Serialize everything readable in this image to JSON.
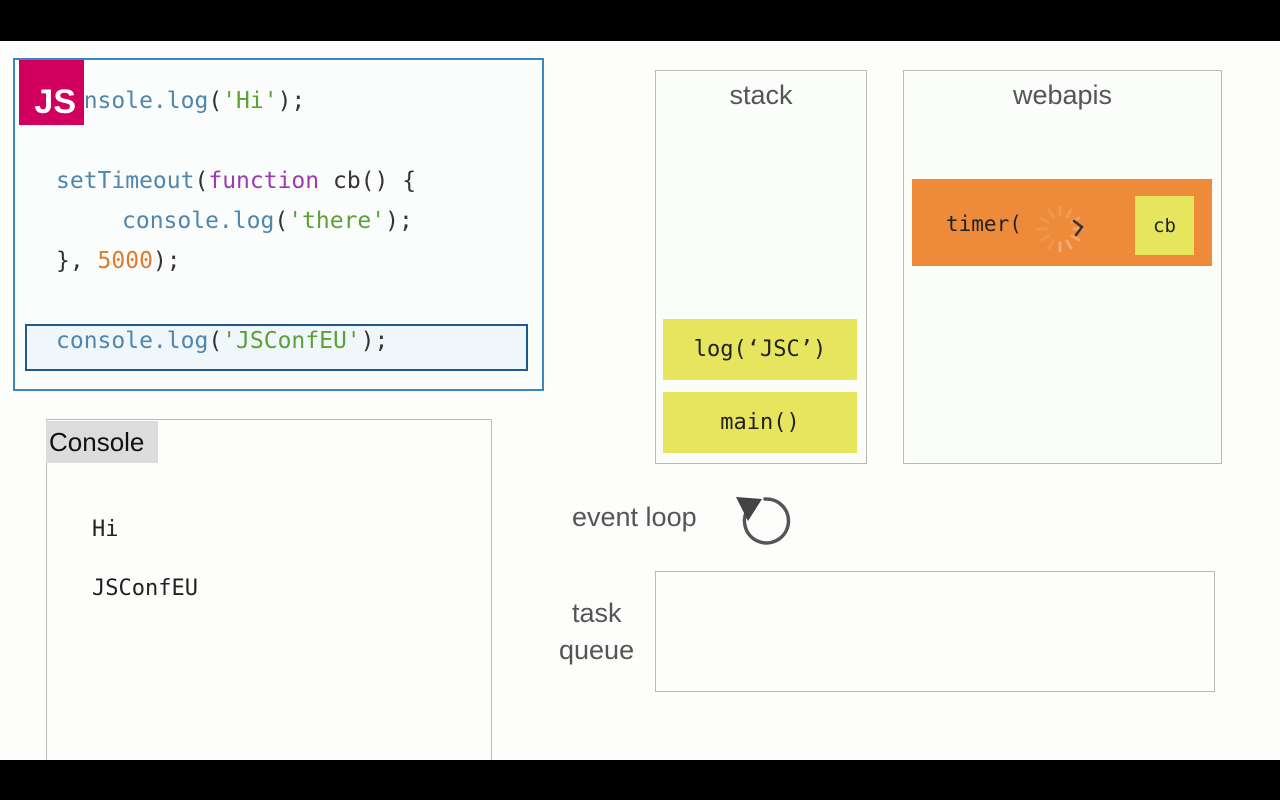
{
  "code": {
    "line1": {
      "id": "console.log",
      "open": "(",
      "str": "'Hi'",
      "close": ");"
    },
    "line2": {
      "fn": "setTimeout",
      "open": "(",
      "kw": "function",
      "rest": " cb() {"
    },
    "line3": {
      "id": "console.log",
      "open": "(",
      "str": "'there'",
      "close": ");"
    },
    "line4": {
      "pre": "}, ",
      "num": "5000",
      "close": ");"
    },
    "line5": {
      "id": "console.log",
      "open": "(",
      "str": "'JSConfEU'",
      "close": ");"
    }
  },
  "logo": {
    "text": "JS"
  },
  "console": {
    "title": "Console",
    "lines": [
      "Hi",
      "JSConfEU"
    ]
  },
  "stack": {
    "title": "stack",
    "frames": [
      "log(‘JSC’)",
      "main()"
    ]
  },
  "webapis": {
    "title": "webapis",
    "timer_label": "timer(",
    "callback_label": "cb"
  },
  "event_loop": {
    "label": "event loop"
  },
  "task_queue": {
    "label_line1": "task",
    "label_line2": "queue",
    "items": []
  },
  "colors": {
    "logo_bg": "#d1005e",
    "frame_yellow": "#e6e55d",
    "timer_orange": "#ee8b3a",
    "code_border": "#3a87c0"
  }
}
